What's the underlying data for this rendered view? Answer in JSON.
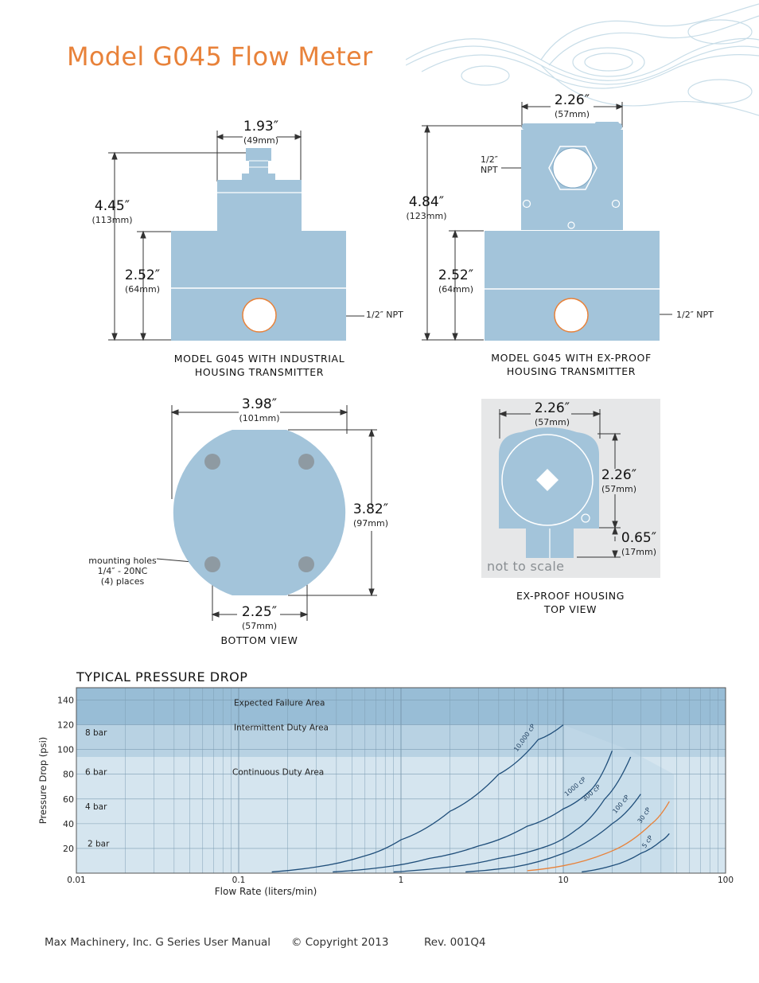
{
  "page": {
    "title": "Model G045 Flow Meter"
  },
  "industrial": {
    "width_in": "1.93″",
    "width_mm": "(49mm)",
    "height_in": "4.45″",
    "height_mm": "(113mm)",
    "body_in": "2.52″",
    "body_mm": "(64mm)",
    "port_label": "1/2″ NPT",
    "caption_line1": "MODEL G045 WITH INDUSTRIAL",
    "caption_line2": "HOUSING TRANSMITTER"
  },
  "exproof": {
    "width_in": "2.26″",
    "width_mm": "(57mm)",
    "height_in": "4.84″",
    "height_mm": "(123mm)",
    "body_in": "2.52″",
    "body_mm": "(64mm)",
    "npt_line1": "1/2″",
    "npt_line2": "NPT",
    "port_label": "1/2″ NPT",
    "caption_line1": "MODEL G045 WITH EX-PROOF",
    "caption_line2": "HOUSING TRANSMITTER"
  },
  "bottom": {
    "width_in": "3.98″",
    "width_mm": "(101mm)",
    "height_in": "3.82″",
    "height_mm": "(97mm)",
    "spacing_in": "2.25″",
    "spacing_mm": "(57mm)",
    "holes_line1": "mounting holes",
    "holes_line2": "1/4″ - 20NC",
    "holes_line3": "(4) places",
    "caption": "BOTTOM VIEW"
  },
  "topview": {
    "width_in": "2.26″",
    "width_mm": "(57mm)",
    "height_in": "2.26″",
    "height_mm": "(57mm)",
    "stub_in": "0.65″",
    "stub_mm": "(17mm)",
    "note": "not to scale",
    "caption_line1": "EX-PROOF HOUSING",
    "caption_line2": "TOP VIEW"
  },
  "chart_section_title": "TYPICAL PRESSURE DROP",
  "chart_data": {
    "type": "line",
    "title": "TYPICAL PRESSURE DROP",
    "xlabel": "Flow Rate (liters/min)",
    "ylabel": "Pressure Drop (psi)",
    "xscale": "log",
    "xlim": [
      0.01,
      100
    ],
    "ylim": [
      0,
      150
    ],
    "x_ticks": [
      "0.01",
      "0.1",
      "1",
      "10",
      "100"
    ],
    "y_ticks": [
      "20",
      "40",
      "60",
      "80",
      "100",
      "120",
      "140"
    ],
    "bar_labels": [
      "8 bar",
      "6 bar",
      "4 bar",
      "2 bar"
    ],
    "areas": [
      {
        "name": "Expected Failure Area",
        "from_psi": 120,
        "to_psi": 150
      },
      {
        "name": "Intermittent Duty Area",
        "from_psi": 94,
        "to_psi": 120
      },
      {
        "name": "Continuous Duty Area",
        "from_psi": 0,
        "to_psi": 94
      }
    ],
    "series": [
      {
        "name": "10,000 cP",
        "color": "#1f4e7a",
        "x": [
          0.16,
          0.3,
          0.6,
          1.0,
          2.0,
          4.0,
          7.0,
          10.0
        ],
        "y": [
          1,
          5,
          14,
          27,
          50,
          80,
          108,
          120
        ]
      },
      {
        "name": "1000 cP",
        "color": "#1f4e7a",
        "x": [
          0.38,
          0.8,
          1.5,
          3.0,
          6.0,
          10.0,
          15.0,
          20.0
        ],
        "y": [
          1,
          5,
          12,
          22,
          38,
          52,
          68,
          99
        ]
      },
      {
        "name": "300 cP",
        "color": "#1f4e7a",
        "x": [
          0.9,
          2.0,
          4.0,
          8.0,
          12.0,
          18.0,
          26.0
        ],
        "y": [
          1,
          5,
          12,
          22,
          35,
          60,
          94
        ]
      },
      {
        "name": "100 cP",
        "color": "#1f4e7a",
        "x": [
          2.5,
          5.0,
          10.0,
          20.0,
          30.0
        ],
        "y": [
          1,
          5,
          16,
          40,
          64
        ]
      },
      {
        "name": "30 cP",
        "color": "#e8823a",
        "x": [
          6.0,
          10.0,
          20.0,
          35.0,
          45.0
        ],
        "y": [
          2,
          6,
          18,
          40,
          58
        ]
      },
      {
        "name": "5 cP",
        "color": "#1f4e7a",
        "x": [
          13.0,
          20.0,
          30.0,
          40.0,
          45.0
        ],
        "y": [
          1,
          6,
          16,
          26,
          32
        ]
      }
    ]
  },
  "footer": {
    "manual": "Max Machinery, Inc. G Series User Manual",
    "copyright": "© Copyright 2013",
    "rev": "Rev. 001Q4"
  },
  "colors": {
    "accent": "#e8823a",
    "part": "#a3c4da",
    "line": "#1f4e7a"
  }
}
